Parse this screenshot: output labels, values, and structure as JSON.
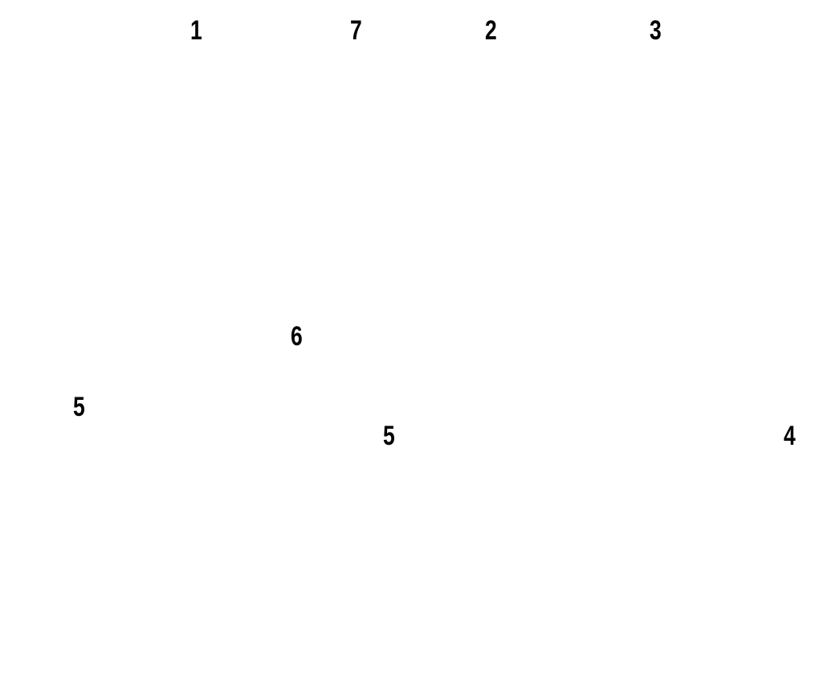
{
  "labels": {
    "a": "1",
    "b": "7",
    "c": "2",
    "d": "3",
    "e": "6",
    "f": "5",
    "g": "5",
    "h": "4"
  },
  "colors": {
    "background": "#ffffff",
    "text": "#000000"
  }
}
